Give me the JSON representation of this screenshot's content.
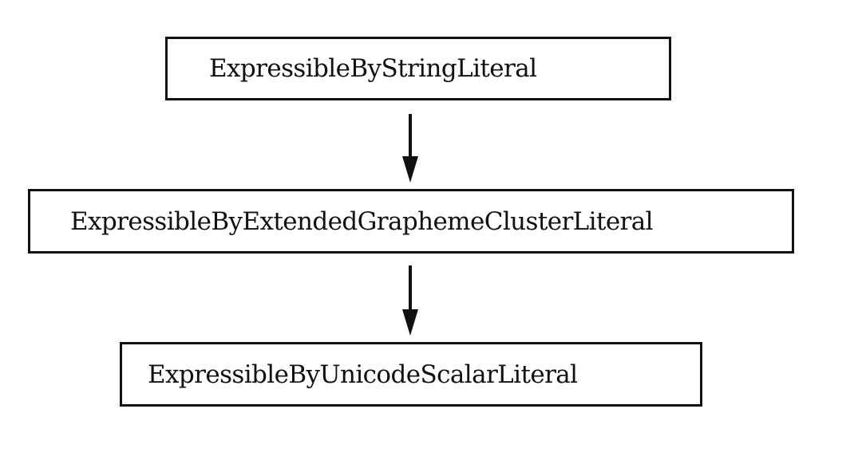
{
  "diagram": {
    "nodes": [
      {
        "id": "n1",
        "label": "ExpressibleByStringLiteral"
      },
      {
        "id": "n2",
        "label": "ExpressibleByExtendedGraphemeClusterLiteral"
      },
      {
        "id": "n3",
        "label": "ExpressibleByUnicodeScalarLiteral"
      }
    ],
    "edges": [
      {
        "from": "n1",
        "to": "n2"
      },
      {
        "from": "n2",
        "to": "n3"
      }
    ],
    "colors": {
      "stroke": "#111111",
      "background": "#ffffff"
    }
  }
}
